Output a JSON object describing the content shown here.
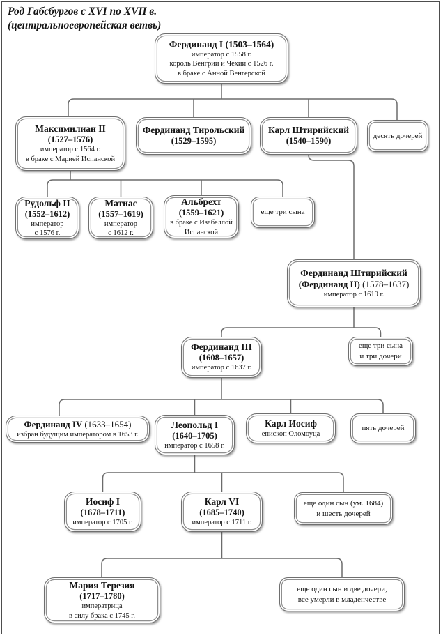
{
  "title": {
    "line1": "Род Габсбургов с XVI по XVII в.",
    "line2": "(центральноевропейская ветвь)"
  },
  "colors": {
    "connector_line": "#6b6b6b",
    "box_border": "#8f8f8f",
    "page_frame": "#4d4d4d",
    "text": "#141414",
    "background": "#ffffff"
  },
  "nodes": {
    "ferdinand1": {
      "name": "Фердинанд I",
      "years": "(1503–1564)",
      "sub1": "император с 1558 г.",
      "sub2": "король Венгрии и Чехии с 1526 г.",
      "sub3": "в браке с Анной Венгерской"
    },
    "maximilian2": {
      "name": "Максимилиан II",
      "years": "(1527–1576)",
      "sub1": "император с 1564 г.",
      "sub2": "в браке с Марией Испанской"
    },
    "ferdinand_tirol": {
      "name": "Фердинанд Тирольский",
      "years": "(1529–1595)"
    },
    "karl_stirisky": {
      "name": "Карл Штирийский",
      "years": "(1540–1590)"
    },
    "ten_daughters": {
      "text": "десять дочерей"
    },
    "rudolf2": {
      "name": "Рудольф II",
      "years": "(1552–1612)",
      "sub1": "император",
      "sub2": "с 1576 г."
    },
    "matias": {
      "name": "Матиас",
      "years": "(1557–1619)",
      "sub1": "император",
      "sub2": "с 1612 г."
    },
    "albrecht": {
      "name": "Альбрехт",
      "years": "(1559–1621)",
      "sub1": "в браке с Изабеллой",
      "sub2": "Испанской"
    },
    "three_sons": {
      "text": "еще три сына"
    },
    "ferdinand_stirisky": {
      "name": "Фердинанд Штирийский",
      "name2": "(Фердинанд II)",
      "years": "(1578–1637)",
      "sub1": "император с 1619 г."
    },
    "ferdinand3": {
      "name": "Фердинанд III",
      "years": "(1608–1657)",
      "sub1": "император с 1637 г."
    },
    "three_sons_three_daughters": {
      "line1": "еще три сына",
      "line2": "и три дочери"
    },
    "ferdinand4": {
      "name": "Фердинанд IV",
      "years": "(1633–1654)",
      "sub1": "избран будущим императором в 1653 г."
    },
    "leopold1": {
      "name": "Леопольд I",
      "years": "(1640–1705)",
      "sub1": "император с 1658 г."
    },
    "karl_iosif": {
      "name": "Карл Иосиф",
      "sub1": "епископ Оломоуца"
    },
    "five_daughters": {
      "text": "пять дочерей"
    },
    "iosif1": {
      "name": "Иосиф I",
      "years": "(1678–1711)",
      "sub1": "император с 1705 г."
    },
    "karl6": {
      "name": "Карл VI",
      "years": "(1685–1740)",
      "sub1": "император с 1711 г."
    },
    "one_son_six_daughters": {
      "line1": "еще один сын (ум. 1684)",
      "line2": "и шесть дочерей"
    },
    "maria_theresia": {
      "name": "Мария Терезия",
      "years": "(1717–1780)",
      "sub1": "императрица",
      "sub2": "в силу брака с 1745 г."
    },
    "one_son_two_daughters": {
      "line1": "еще один сын и две дочери,",
      "line2": "все умерли в младенчестве"
    }
  }
}
